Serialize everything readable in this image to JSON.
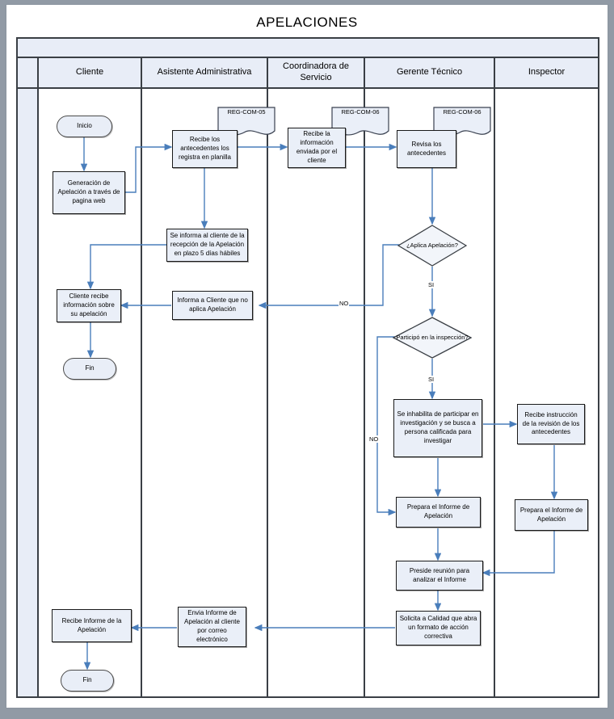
{
  "title": "APELACIONES",
  "theme": {
    "page_bg": "#ffffff",
    "outer_bg": "#919aa5",
    "lane_header_bg": "#e8edf7",
    "node_fill": "#eaeff8",
    "node_border": "#1a1a1a",
    "connector": "#4a7ebb",
    "frame_border": "#3a3f45"
  },
  "lanes": [
    {
      "id": "spacer",
      "label": ""
    },
    {
      "id": "cliente",
      "label": "Cliente"
    },
    {
      "id": "asistente",
      "label": "Asistente Administrativa"
    },
    {
      "id": "coordinadora",
      "label": "Coordinadora de Servicio"
    },
    {
      "id": "gerente",
      "label": "Gerente Técnico"
    },
    {
      "id": "inspector",
      "label": "Inspector"
    }
  ],
  "nodes": {
    "inicio": "Inicio",
    "generacion": "Generación de Apelación a través de pagina web",
    "recibe_antecedentes": "Recibe los antecedentes los registra en planilla",
    "se_informa_cliente": "Se informa al cliente de la recepción de la Apelación en plazo 5 días hábiles",
    "recibe_info_enviada": "Recibe la información enviada por el cliente",
    "revisa_antecedentes": "Revisa los antecedentes",
    "aplica_apelacion": "¿Aplica Apelación?",
    "participo_inspeccion": "Participó en la inspección?",
    "informa_no_aplica": "Informa a Cliente que no aplica Apelación",
    "cliente_recibe_info": "Cliente recibe información sobre su apelación",
    "fin_superior": "Fin",
    "se_inhabilita": "Se inhabilita de participar en investigación y se busca a persona calificada para investigar",
    "recibe_instruccion": "Recibe instrucción de la revisión de los antecedentes",
    "prepara_informe_gerente": "Prepara el Informe de Apelación",
    "prepara_informe_inspector": "Prepara el Informe de Apelación",
    "preside_reunion": "Preside reunión para analizar el Informe",
    "solicita_calidad": "Solicita a Calidad que abra un formato de acción correctiva",
    "envia_informe": "Envia Informe de Apelación al cliente por correo electrónico",
    "recibe_informe": "Recibe Informe de la Apelación",
    "fin_inferior": "Fin"
  },
  "documents": {
    "doc_reg_com_05": "REG-COM-05",
    "doc_reg_com_06_a": "REG-COM-06",
    "doc_reg_com_06_b": "REG-COM-06"
  },
  "edge_labels": {
    "si_aplica": "SI",
    "no_aplica": "NO",
    "si_participo": "SI",
    "no_participo": "NO"
  }
}
